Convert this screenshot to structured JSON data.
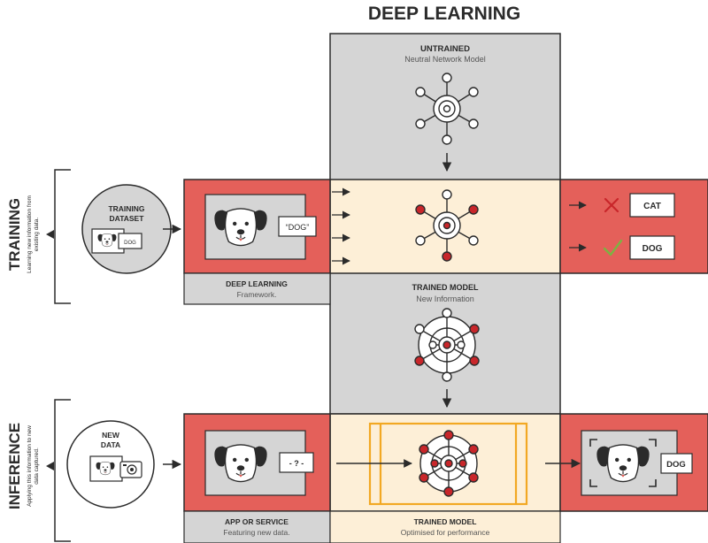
{
  "title": "DEEP LEARNING",
  "untrained": {
    "title": "UNTRAINED",
    "subtitle": "Neutral Network Model"
  },
  "training": {
    "side_label": "TRAINING",
    "side_desc_1": "Learning new information from",
    "side_desc_2": "existing data.",
    "dataset_title_1": "TRAINING",
    "dataset_title_2": "DATASET",
    "dataset_card_label": "DOG",
    "input_tag": "“DOG”",
    "framework_title": "DEEP LEARNING",
    "framework_sub": "Framework.",
    "output_cat": "CAT",
    "output_dog": "DOG",
    "cat_mark": "wrong",
    "dog_mark": "correct"
  },
  "trained_mid": {
    "title": "TRAINED MODEL",
    "subtitle": "New Information"
  },
  "inference": {
    "side_label": "INFERENCE",
    "side_desc_1": "Applying this information to new",
    "side_desc_2": "data captured.",
    "data_title_1": "NEW",
    "data_title_2": "DATA",
    "input_tag": "- ? -",
    "app_title": "APP OR SERVICE",
    "app_sub": "Featuring new data.",
    "model_title": "TRAINED MODEL",
    "model_sub": "Optimised for performance",
    "output_label": "DOG"
  },
  "colors": {
    "red": "#e4605a",
    "gray": "#d5d5d5",
    "peach": "#fdefd7",
    "dark": "#2b2b2b",
    "node_red": "#c8262a",
    "orange": "#f2a823",
    "check": "#7cb342"
  }
}
